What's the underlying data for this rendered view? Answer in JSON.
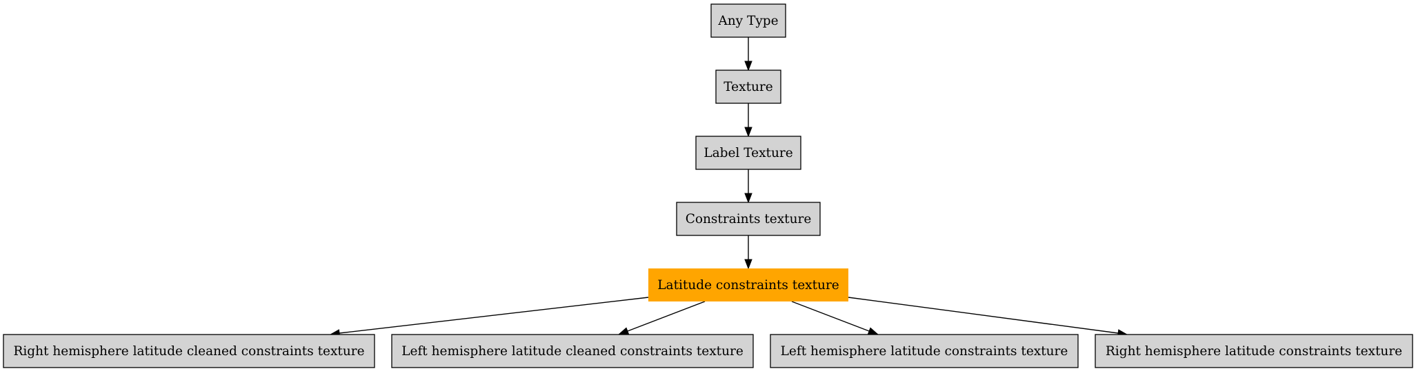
{
  "colors": {
    "node_fill": "#d3d3d3",
    "highlight_fill": "#ffa500",
    "border": "#000000",
    "edge": "#000000"
  },
  "nodes": {
    "any_type": "Any Type",
    "texture": "Texture",
    "label_texture": "Label Texture",
    "constraints_texture": "Constraints texture",
    "latitude_constraints_texture": "Latitude constraints texture",
    "right_hemisphere_latitude_cleaned_constraints_texture": "Right hemisphere latitude cleaned constraints texture",
    "left_hemisphere_latitude_cleaned_constraints_texture": "Left hemisphere latitude cleaned constraints texture",
    "left_hemisphere_latitude_constraints_texture": "Left hemisphere latitude constraints texture",
    "right_hemisphere_latitude_constraints_texture": "Right hemisphere latitude constraints texture"
  },
  "highlighted_node": "latitude_constraints_texture",
  "edges": [
    [
      "any_type",
      "texture"
    ],
    [
      "texture",
      "label_texture"
    ],
    [
      "label_texture",
      "constraints_texture"
    ],
    [
      "constraints_texture",
      "latitude_constraints_texture"
    ],
    [
      "latitude_constraints_texture",
      "right_hemisphere_latitude_cleaned_constraints_texture"
    ],
    [
      "latitude_constraints_texture",
      "left_hemisphere_latitude_cleaned_constraints_texture"
    ],
    [
      "latitude_constraints_texture",
      "left_hemisphere_latitude_constraints_texture"
    ],
    [
      "latitude_constraints_texture",
      "right_hemisphere_latitude_constraints_texture"
    ]
  ]
}
